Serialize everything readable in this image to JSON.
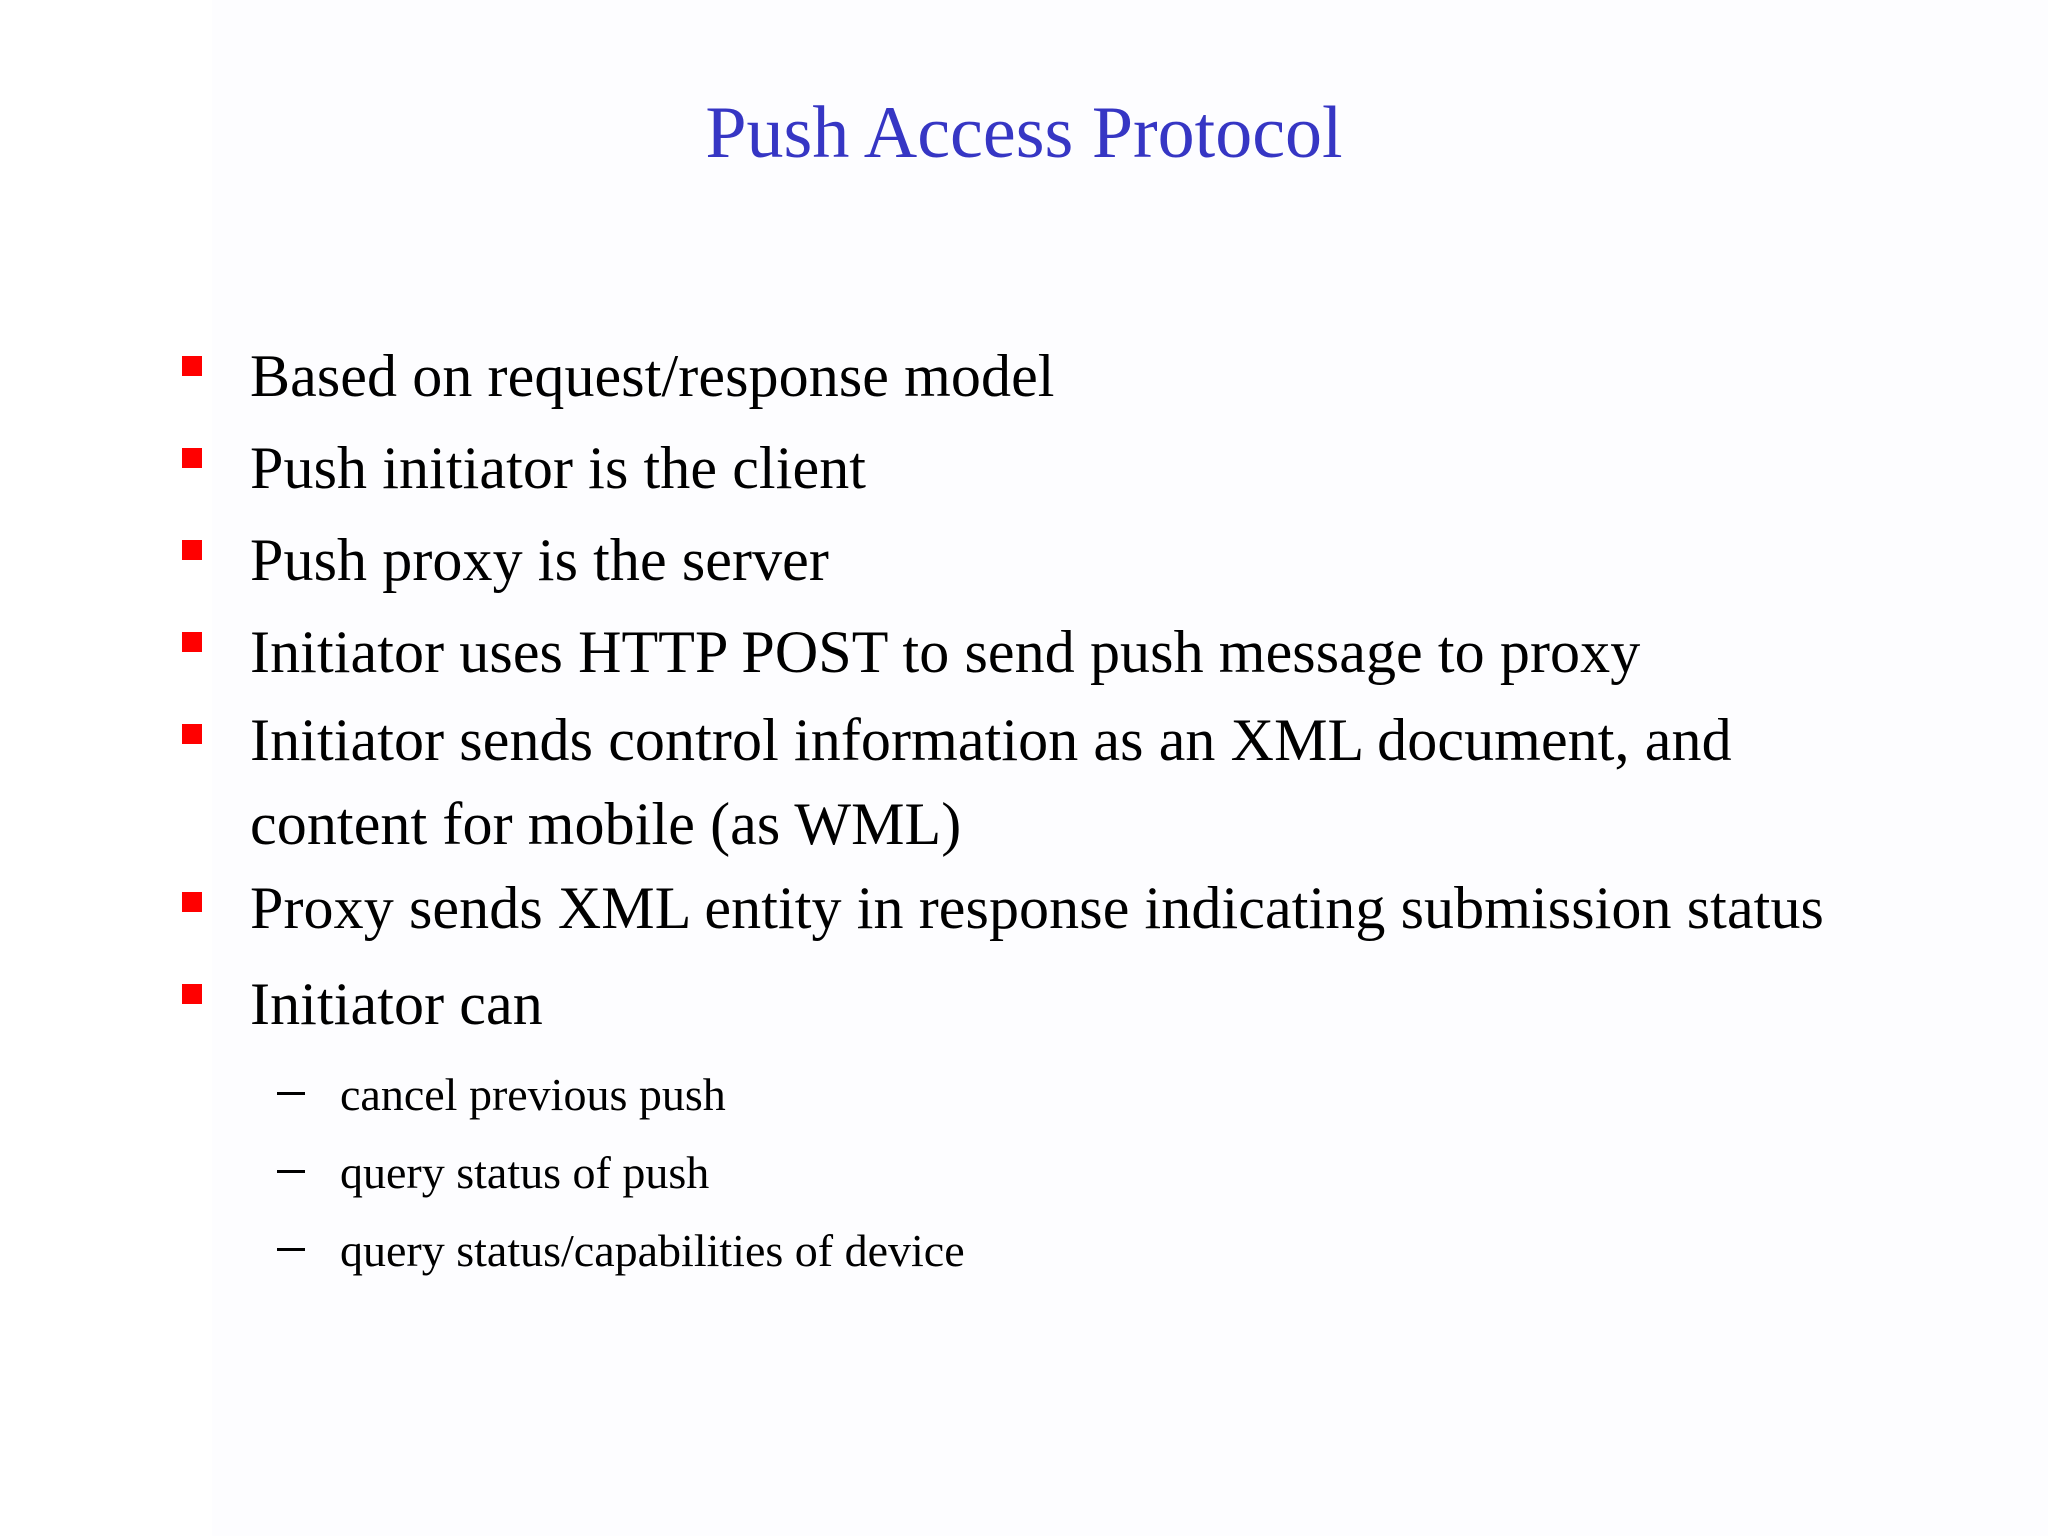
{
  "slide": {
    "title": "Push Access Protocol",
    "title_color": "#3636C4",
    "background_color": "#FFFFFF",
    "text_color": "#000000",
    "bullet_marker_color": "#FF0000",
    "bullet_marker_shape": "filled-square",
    "sub_bullet_marker_shape": "en-dash"
  },
  "bullets": [
    {
      "text": "Based on request/response model"
    },
    {
      "text": "Push initiator is the client"
    },
    {
      "text": "Push proxy is the server"
    },
    {
      "text": "Initiator uses HTTP POST to send push message to proxy"
    },
    {
      "text": "Initiator sends control information as an XML document, and content for mobile (as WML)"
    },
    {
      "text": "Proxy sends XML entity in response indicating submission status"
    },
    {
      "text": "Initiator can"
    }
  ],
  "sub_bullets": [
    {
      "text": "cancel previous push"
    },
    {
      "text": "query status of push"
    },
    {
      "text": "query status/capabilities of device"
    }
  ]
}
